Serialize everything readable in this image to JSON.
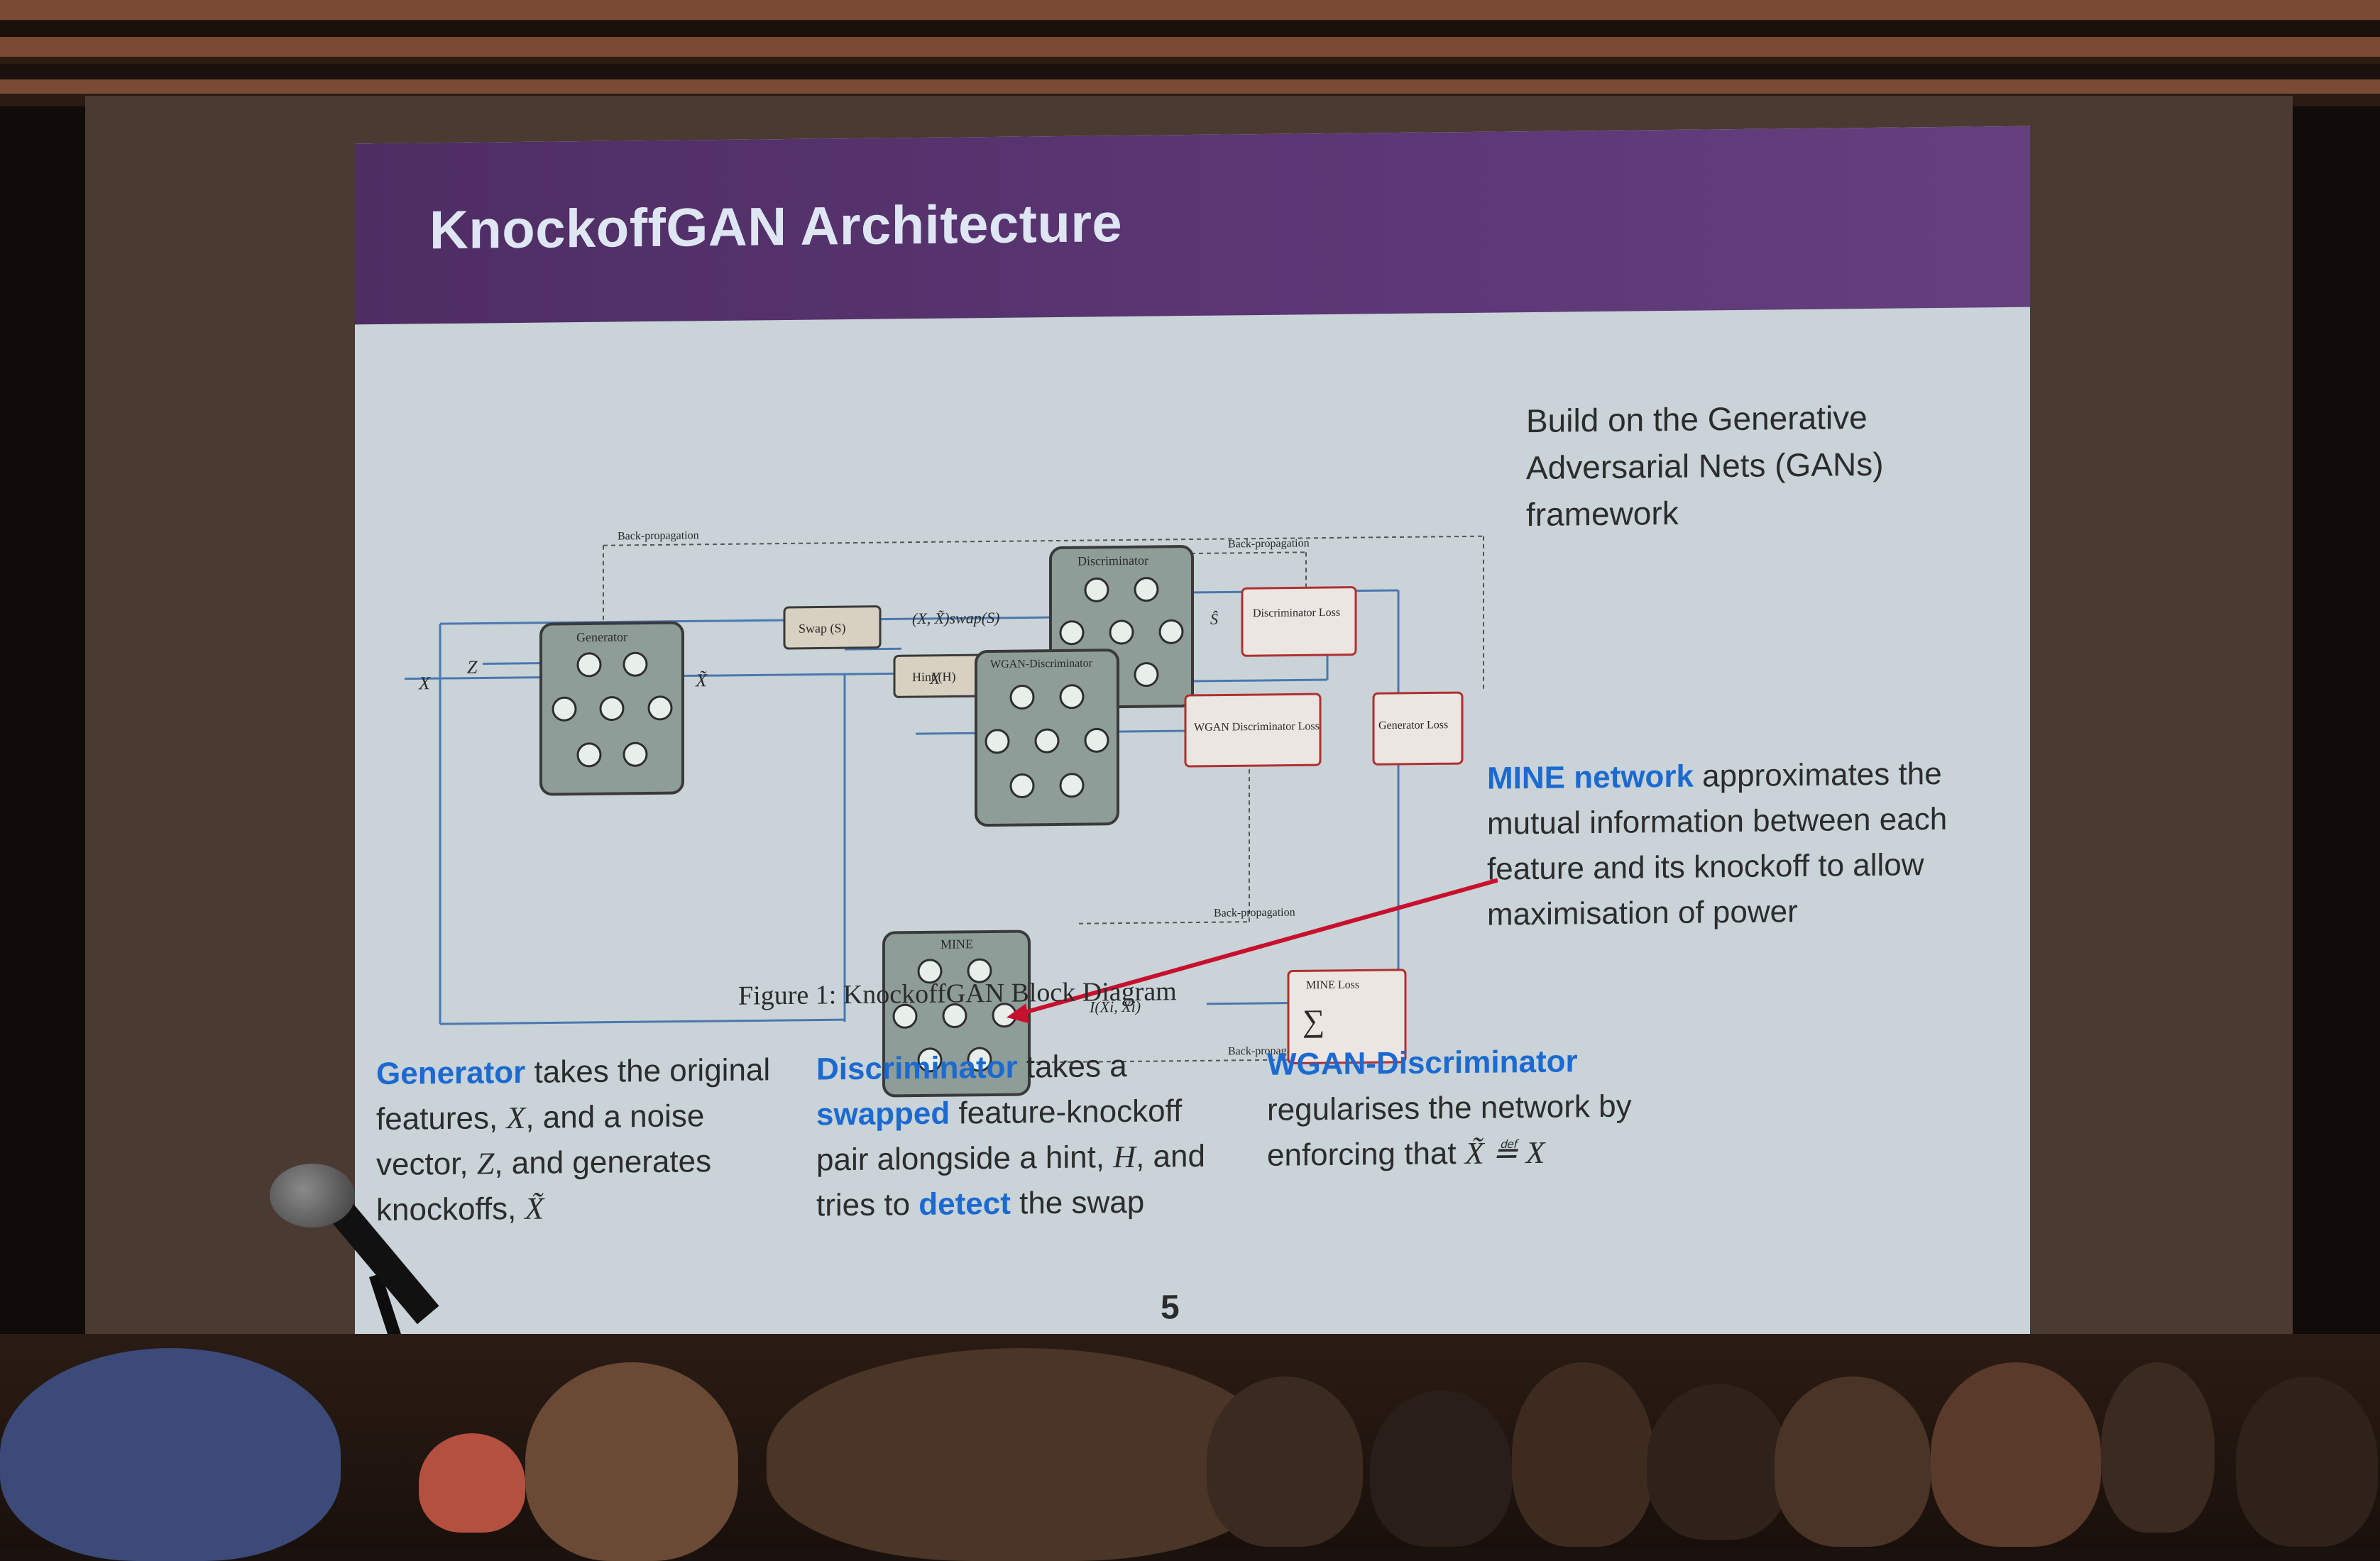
{
  "slide": {
    "title": "KnockoffGAN Architecture",
    "intro_text": "Build on the Generative Adversarial Nets (GANs) framework",
    "mine_highlight": "MINE network",
    "mine_text": " approximates the mutual information between each feature and its knockoff to allow maximisation of power",
    "caption": "Figure 1: KnockoffGAN Block Diagram",
    "page_number": "5",
    "columns": [
      {
        "highlight": "Generator",
        "text_a": " takes the original features, ",
        "math_x": "X",
        "text_b": ", and a noise vector, ",
        "math_z": "Z",
        "text_c": ", and generates knockoffs, ",
        "math_xt": "X̃"
      },
      {
        "highlight": "Discriminator",
        "text_a": " takes a ",
        "highlight2": "swapped",
        "text_b": " feature-knockoff pair alongside a hint, ",
        "math_h": "H",
        "text_c": ", and tries to ",
        "highlight3": "detect",
        "text_d": " the swap"
      },
      {
        "highlight": "WGAN-Discriminator",
        "text_a": "regularises the network by enforcing that ",
        "math": "X̃ ≝ X"
      }
    ]
  },
  "diagram": {
    "blocks": {
      "generator": "Generator",
      "discriminator": "Discriminator",
      "wgan_discriminator": "WGAN-Discriminator",
      "mine": "MINE",
      "swap": "Swap (S)",
      "hint": "Hint (H)",
      "discriminator_loss": "Discriminator Loss",
      "wgan_loss": "WGAN Discriminator Loss",
      "generator_loss": "Generator Loss",
      "mine_loss": "MINE Loss"
    },
    "labels": {
      "backprop": "Back-propagation",
      "x": "X",
      "z": "Z",
      "xtilde": "X̃",
      "swap_out": "(X, X̃)swap(S)",
      "s_hat": "Ŝ",
      "h": "H",
      "mine_out": "I(Xi, X̃i)"
    }
  },
  "colors": {
    "accent_blue": "#1c6ad0",
    "title_bar": "#5c3775",
    "arrow_red": "#c8102e"
  }
}
